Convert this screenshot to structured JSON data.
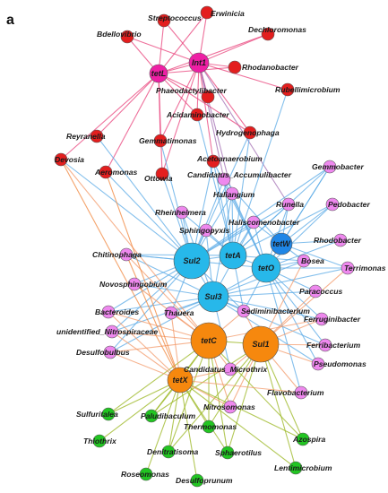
{
  "panel_label": "a",
  "colors": {
    "MGE": "#ee1fa4",
    "SUL": "#27b8ea",
    "TET": "#f6880e",
    "TEW": "#1f86e6",
    "CLUSTER_MGE": "#e31e1e",
    "CLUSTER_SUL": "#ee88ee",
    "CLUSTER_TET": "#22c522"
  },
  "nodes": [
    {
      "id": "Int1",
      "type": "MGE"
    },
    {
      "id": "tetL",
      "type": "MGE"
    },
    {
      "id": "Sul2",
      "type": "SUL"
    },
    {
      "id": "tetA",
      "type": "SUL"
    },
    {
      "id": "tetW",
      "type": "TEW"
    },
    {
      "id": "tetO",
      "type": "SUL"
    },
    {
      "id": "Sul3",
      "type": "SUL"
    },
    {
      "id": "tetC",
      "type": "TET"
    },
    {
      "id": "Sul1",
      "type": "TET"
    },
    {
      "id": "tetX",
      "type": "TET"
    },
    {
      "id": "Streptococcus",
      "type": "CLUSTER_MGE"
    },
    {
      "id": "Erwinicia",
      "type": "CLUSTER_MGE"
    },
    {
      "id": "Bdellovibrio",
      "type": "CLUSTER_MGE"
    },
    {
      "id": "Dechloromonas",
      "type": "CLUSTER_MGE"
    },
    {
      "id": "Rhodanobacter",
      "type": "CLUSTER_MGE"
    },
    {
      "id": "Phaeodactylibacter",
      "type": "CLUSTER_MGE"
    },
    {
      "id": "Rubellimicrobium",
      "type": "CLUSTER_MGE"
    },
    {
      "id": "Acidaminobacter",
      "type": "CLUSTER_MGE"
    },
    {
      "id": "Hydrogenophaga",
      "type": "CLUSTER_MGE"
    },
    {
      "id": "Reyranella",
      "type": "CLUSTER_MGE"
    },
    {
      "id": "Gemmatimonas",
      "type": "CLUSTER_MGE"
    },
    {
      "id": "Devosia",
      "type": "CLUSTER_MGE"
    },
    {
      "id": "Aeromonas",
      "type": "CLUSTER_MGE"
    },
    {
      "id": "Acetoanaerobium",
      "type": "CLUSTER_MGE"
    },
    {
      "id": "Ottowia",
      "type": "CLUSTER_MGE"
    },
    {
      "id": "Candidatus_Accumulibacter",
      "type": "CLUSTER_SUL"
    },
    {
      "id": "Gemmobacter",
      "type": "CLUSTER_SUL"
    },
    {
      "id": "Haliangium",
      "type": "CLUSTER_SUL"
    },
    {
      "id": "Runella",
      "type": "CLUSTER_SUL"
    },
    {
      "id": "Pedobacter",
      "type": "CLUSTER_SUL"
    },
    {
      "id": "Rheinheimera",
      "type": "CLUSTER_SUL"
    },
    {
      "id": "Haliscomenobacter",
      "type": "CLUSTER_SUL"
    },
    {
      "id": "Sphingopyxis",
      "type": "CLUSTER_SUL"
    },
    {
      "id": "Rhodobacter",
      "type": "CLUSTER_SUL"
    },
    {
      "id": "Chitinophaga",
      "type": "CLUSTER_SUL"
    },
    {
      "id": "Bosea",
      "type": "CLUSTER_SUL"
    },
    {
      "id": "Terrimonas",
      "type": "CLUSTER_SUL"
    },
    {
      "id": "Novosphingobium",
      "type": "CLUSTER_SUL"
    },
    {
      "id": "Paracoccus",
      "type": "CLUSTER_SUL"
    },
    {
      "id": "Bacteroides",
      "type": "CLUSTER_SUL"
    },
    {
      "id": "Thauera",
      "type": "CLUSTER_SUL"
    },
    {
      "id": "Sediminibacterium",
      "type": "CLUSTER_SUL"
    },
    {
      "id": "Ferruginibacter",
      "type": "CLUSTER_SUL"
    },
    {
      "id": "unidentified_Nitrospiraceae",
      "type": "CLUSTER_SUL"
    },
    {
      "id": "Ferribacterium",
      "type": "CLUSTER_SUL"
    },
    {
      "id": "Desulfobulbus",
      "type": "CLUSTER_SUL"
    },
    {
      "id": "Pseudomonas",
      "type": "CLUSTER_SUL"
    },
    {
      "id": "Candidatus_Microthrix",
      "type": "CLUSTER_SUL"
    },
    {
      "id": "Flavobacterium",
      "type": "CLUSTER_SUL"
    },
    {
      "id": "Nitrosomonas",
      "type": "CLUSTER_SUL"
    },
    {
      "id": "Sulfuritalea",
      "type": "CLUSTER_TET"
    },
    {
      "id": "Paludibaculum",
      "type": "CLUSTER_TET"
    },
    {
      "id": "Thermomonas",
      "type": "CLUSTER_TET"
    },
    {
      "id": "Thiothrix",
      "type": "CLUSTER_TET"
    },
    {
      "id": "Denitratisoma",
      "type": "CLUSTER_TET"
    },
    {
      "id": "Sphaerotilus",
      "type": "CLUSTER_TET"
    },
    {
      "id": "Azospira",
      "type": "CLUSTER_TET"
    },
    {
      "id": "Lentimicrobium",
      "type": "CLUSTER_TET"
    },
    {
      "id": "Roseomonas",
      "type": "CLUSTER_TET"
    },
    {
      "id": "Desulfoprunum",
      "type": "CLUSTER_TET"
    }
  ],
  "edges": [
    [
      "Int1",
      "Streptococcus"
    ],
    [
      "Int1",
      "Erwinicia"
    ],
    [
      "Int1",
      "Dechloromonas"
    ],
    [
      "Int1",
      "Rhodanobacter"
    ],
    [
      "Int1",
      "Phaeodactylibacter"
    ],
    [
      "Int1",
      "Rubellimicrobium"
    ],
    [
      "Int1",
      "Acidaminobacter"
    ],
    [
      "Int1",
      "Hydrogenophaga"
    ],
    [
      "Int1",
      "Bdellovibrio"
    ],
    [
      "Int1",
      "Gemmatimonas"
    ],
    [
      "Int1",
      "tetL"
    ],
    [
      "Int1",
      "Acetoanaerobium"
    ],
    [
      "Int1",
      "Candidatus_Accumulibacter"
    ],
    [
      "Int1",
      "Haliangium"
    ],
    [
      "Int1",
      "Runella"
    ],
    [
      "Int1",
      "Ottowia"
    ],
    [
      "tetL",
      "Streptococcus"
    ],
    [
      "tetL",
      "Erwinicia"
    ],
    [
      "tetL",
      "Bdellovibrio"
    ],
    [
      "tetL",
      "Reyranella"
    ],
    [
      "tetL",
      "Devosia"
    ],
    [
      "tetL",
      "Aeromonas"
    ],
    [
      "tetL",
      "Gemmatimonas"
    ],
    [
      "tetL",
      "Phaeodactylibacter"
    ],
    [
      "tetL",
      "Acidaminobacter"
    ],
    [
      "tetL",
      "Dechloromonas"
    ],
    [
      "tetL",
      "Rhodanobacter"
    ],
    [
      "tetL",
      "Ottowia"
    ],
    [
      "tetL",
      "Hydrogenophaga"
    ],
    [
      "Sul2",
      "Chitinophaga"
    ],
    [
      "Sul2",
      "Novosphingobium"
    ],
    [
      "Sul2",
      "Bacteroides"
    ],
    [
      "Sul2",
      "Thauera"
    ],
    [
      "Sul2",
      "Rheinheimera"
    ],
    [
      "Sul2",
      "Sphingopyxis"
    ],
    [
      "Sul2",
      "Haliangium"
    ],
    [
      "Sul2",
      "Candidatus_Accumulibacter"
    ],
    [
      "Sul2",
      "Haliscomenobacter"
    ],
    [
      "Sul2",
      "Gemmobacter"
    ],
    [
      "Sul2",
      "Runella"
    ],
    [
      "Sul2",
      "Sediminibacterium"
    ],
    [
      "Sul2",
      "Devosia"
    ],
    [
      "Sul2",
      "Aeromonas"
    ],
    [
      "Sul2",
      "Reyranella"
    ],
    [
      "Sul2",
      "Acetoanaerobium"
    ],
    [
      "Sul2",
      "Hydrogenophaga"
    ],
    [
      "Sul2",
      "unidentified_Nitrospiraceae"
    ],
    [
      "Sul2",
      "Desulfobulbus"
    ],
    [
      "Sul2",
      "Ottowia"
    ],
    [
      "Sul2",
      "Gemmatimonas"
    ],
    [
      "tetA",
      "Haliangium"
    ],
    [
      "tetA",
      "Candidatus_Accumulibacter"
    ],
    [
      "tetA",
      "Haliscomenobacter"
    ],
    [
      "tetA",
      "Runella"
    ],
    [
      "tetA",
      "Rheinheimera"
    ],
    [
      "tetA",
      "Sphingopyxis"
    ],
    [
      "tetA",
      "Chitinophaga"
    ],
    [
      "tetA",
      "Gemmobacter"
    ],
    [
      "tetA",
      "Pedobacter"
    ],
    [
      "tetA",
      "Acetoanaerobium"
    ],
    [
      "tetA",
      "Bosea"
    ],
    [
      "tetA",
      "Sediminibacterium"
    ],
    [
      "tetA",
      "Hydrogenophaga"
    ],
    [
      "tetA",
      "Acidaminobacter"
    ],
    [
      "tetA",
      "Rubellimicrobium"
    ],
    [
      "tetW",
      "Gemmobacter"
    ],
    [
      "tetW",
      "Pedobacter"
    ],
    [
      "tetW",
      "Rhodobacter"
    ],
    [
      "tetW",
      "Runella"
    ],
    [
      "tetW",
      "Haliscomenobacter"
    ],
    [
      "tetW",
      "Bosea"
    ],
    [
      "tetW",
      "Terrimonas"
    ],
    [
      "tetW",
      "Candidatus_Accumulibacter"
    ],
    [
      "tetO",
      "Gemmobacter"
    ],
    [
      "tetO",
      "Pedobacter"
    ],
    [
      "tetO",
      "Rhodobacter"
    ],
    [
      "tetO",
      "Terrimonas"
    ],
    [
      "tetO",
      "Bosea"
    ],
    [
      "tetO",
      "Paracoccus"
    ],
    [
      "tetO",
      "Ferruginibacter"
    ],
    [
      "tetO",
      "Ferribacterium"
    ],
    [
      "tetO",
      "Sediminibacterium"
    ],
    [
      "tetO",
      "Haliscomenobacter"
    ],
    [
      "tetO",
      "Runella"
    ],
    [
      "tetO",
      "Candidatus_Accumulibacter"
    ],
    [
      "tetO",
      "Haliangium"
    ],
    [
      "tetO",
      "Pseudomonas"
    ],
    [
      "tetO",
      "Flavobacterium"
    ],
    [
      "tetO",
      "Acetoanaerobium"
    ],
    [
      "tetO",
      "Chitinophaga"
    ],
    [
      "Sul3",
      "Chitinophaga"
    ],
    [
      "Sul3",
      "Novosphingobium"
    ],
    [
      "Sul3",
      "Bacteroides"
    ],
    [
      "Sul3",
      "Thauera"
    ],
    [
      "Sul3",
      "unidentified_Nitrospiraceae"
    ],
    [
      "Sul3",
      "Desulfobulbus"
    ],
    [
      "Sul3",
      "Sediminibacterium"
    ],
    [
      "Sul3",
      "Ferruginibacter"
    ],
    [
      "Sul3",
      "Paracoccus"
    ],
    [
      "Sul3",
      "Candidatus_Microthrix"
    ],
    [
      "Sul3",
      "Rheinheimera"
    ],
    [
      "Sul3",
      "Sphingopyxis"
    ],
    [
      "Sul3",
      "Haliangium"
    ],
    [
      "Sul3",
      "Haliscomenobacter"
    ],
    [
      "Sul3",
      "Bosea"
    ],
    [
      "Sul3",
      "Terrimonas"
    ],
    [
      "Sul3",
      "Pseudomonas"
    ],
    [
      "Sul3",
      "Ferribacterium"
    ],
    [
      "tetC",
      "Thauera"
    ],
    [
      "tetC",
      "Bacteroides"
    ],
    [
      "tetC",
      "unidentified_Nitrospiraceae"
    ],
    [
      "tetC",
      "Desulfobulbus"
    ],
    [
      "tetC",
      "Sediminibacterium"
    ],
    [
      "tetC",
      "Candidatus_Microthrix"
    ],
    [
      "tetC",
      "Ferruginibacter"
    ],
    [
      "tetC",
      "Nitrosomonas"
    ],
    [
      "tetC",
      "Paludibaculum"
    ],
    [
      "tetC",
      "Thermomonas"
    ],
    [
      "tetC",
      "Denitratisoma"
    ],
    [
      "tetC",
      "Sphaerotilus"
    ],
    [
      "tetC",
      "Sulfuritalea"
    ],
    [
      "tetC",
      "Chitinophaga"
    ],
    [
      "tetC",
      "Novosphingobium"
    ],
    [
      "tetC",
      "Azospira"
    ],
    [
      "tetC",
      "Devosia"
    ],
    [
      "Sul1",
      "Ferruginibacter"
    ],
    [
      "Sul1",
      "Ferribacterium"
    ],
    [
      "Sul1",
      "Pseudomonas"
    ],
    [
      "Sul1",
      "Flavobacterium"
    ],
    [
      "Sul1",
      "Paracoccus"
    ],
    [
      "Sul1",
      "Sediminibacterium"
    ],
    [
      "Sul1",
      "Candidatus_Microthrix"
    ],
    [
      "Sul1",
      "Nitrosomonas"
    ],
    [
      "Sul1",
      "Thermomonas"
    ],
    [
      "Sul1",
      "Sphaerotilus"
    ],
    [
      "Sul1",
      "Azospira"
    ],
    [
      "Sul1",
      "Lentimicrobium"
    ],
    [
      "Sul1",
      "Denitratisoma"
    ],
    [
      "Sul1",
      "Bosea"
    ],
    [
      "Sul1",
      "Terrimonas"
    ],
    [
      "Sul1",
      "Paludibaculum"
    ],
    [
      "tetX",
      "Desulfobulbus"
    ],
    [
      "tetX",
      "unidentified_Nitrospiraceae"
    ],
    [
      "tetX",
      "Bacteroides"
    ],
    [
      "tetX",
      "Sulfuritalea"
    ],
    [
      "tetX",
      "Paludibaculum"
    ],
    [
      "tetX",
      "Thiothrix"
    ],
    [
      "tetX",
      "Denitratisoma"
    ],
    [
      "tetX",
      "Thermomonas"
    ],
    [
      "tetX",
      "Sphaerotilus"
    ],
    [
      "tetX",
      "Roseomonas"
    ],
    [
      "tetX",
      "Desulfoprunum"
    ],
    [
      "tetX",
      "Lentimicrobium"
    ],
    [
      "tetX",
      "Azospira"
    ],
    [
      "tetX",
      "Nitrosomonas"
    ],
    [
      "tetX",
      "Candidatus_Microthrix"
    ],
    [
      "tetX",
      "Chitinophaga"
    ],
    [
      "tetX",
      "Aeromonas"
    ],
    [
      "tetX",
      "Devosia"
    ],
    [
      "tetX",
      "Flavobacterium"
    ],
    [
      "tetX",
      "Thauera"
    ],
    [
      "tetC",
      "tetX"
    ],
    [
      "Sul1",
      "tetC"
    ],
    [
      "Sul2",
      "Sul3"
    ],
    [
      "Sul2",
      "tetA"
    ],
    [
      "tetA",
      "tetO"
    ],
    [
      "tetO",
      "Sul3"
    ],
    [
      "tetW",
      "tetO"
    ]
  ]
}
